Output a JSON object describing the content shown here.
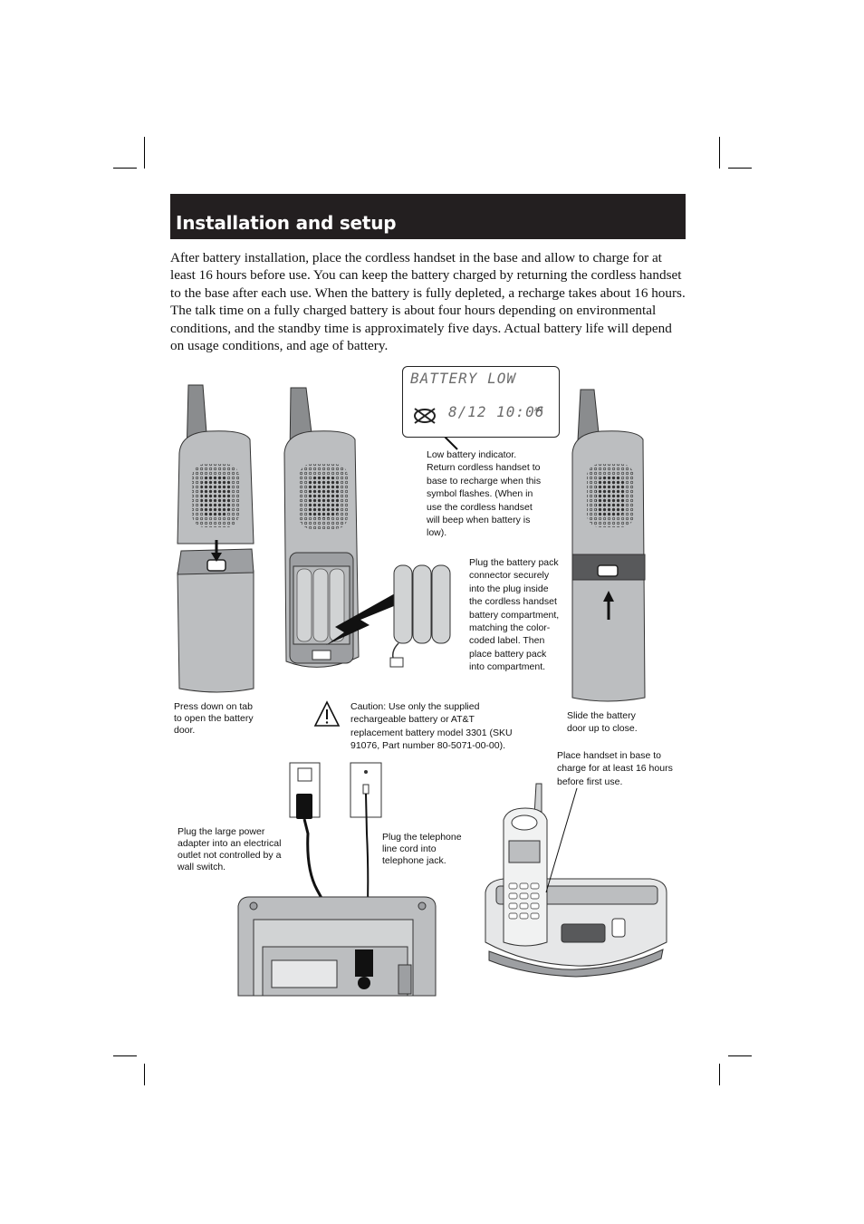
{
  "header": {
    "title": "Installation and setup"
  },
  "intro_text": "After battery installation, place the cordless handset in the base and allow to charge for at least 16 hours before use. You can keep the battery charged by returning the cordless handset to the base after each use. When the battery is fully depleted, a recharge takes about 16 hours. The talk time on a fully charged battery is about four hours depending on environmental conditions, and the standby time is approximately five days. Actual battery life will depend on usage conditions, and age of battery.",
  "lcd": {
    "line1": "BATTERY LOW",
    "line2": "8/12  10:06",
    "ampm": "AM"
  },
  "notes": {
    "low_battery": "Low battery indicator. Return cordless handset to base to recharge when this symbol flashes. (When in use the cordless handset will beep when battery is low).",
    "plug_battery": "Plug the battery pack connector securely into the plug inside the cordless handset battery compartment, matching the color-coded label. Then place battery pack into compartment.",
    "press_down": "Press down on tab to open the battery door.",
    "caution": "Caution: Use only the supplied rechargeable battery or AT&T    replacement battery model 3301 (SKU 91076, Part number 80-5071-00-00).",
    "slide_door": "Slide the battery door up to close.",
    "place_handset": "Place handset in base to charge for at least 16 hours before first use.",
    "power_adapter": "Plug the large  power adapter into an electrical outlet not controlled by a wall switch.",
    "phone_jack": "Plug the telephone line cord into telephone jack."
  },
  "colors": {
    "header_bg": "#231f20",
    "handset_gray": "#bcbec0",
    "dark_gray": "#58595b"
  }
}
